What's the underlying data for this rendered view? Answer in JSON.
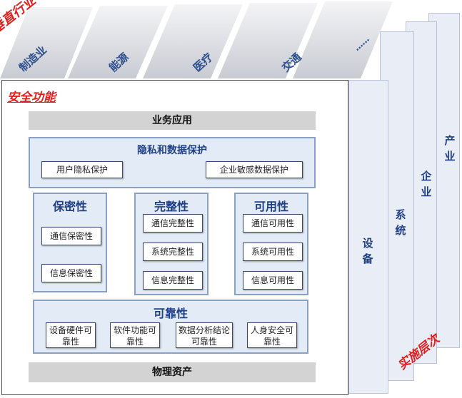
{
  "vertical_industry": {
    "title": "垂直行业",
    "items": [
      "制造业",
      "能源",
      "医疗",
      "交通",
      "……"
    ]
  },
  "implementation_levels": {
    "title": "实施层次",
    "levels": [
      "产业",
      "企业",
      "系统",
      "设备"
    ]
  },
  "security_function": {
    "title": "安全功能",
    "business_application": "业务应用",
    "physical_assets": "物理资产",
    "privacy": {
      "title": "隐私和数据保护",
      "items": [
        "用户隐私保护",
        "企业敏感数据保护"
      ]
    },
    "confidentiality": {
      "title": "保密性",
      "items": [
        "通信保密性",
        "信息保密性"
      ]
    },
    "integrity": {
      "title": "完整性",
      "items": [
        "通信完整性",
        "系统完整性",
        "信息完整性"
      ]
    },
    "availability": {
      "title": "可用性",
      "items": [
        "通信可用性",
        "系统可用性",
        "信息可用性"
      ]
    },
    "reliability": {
      "title": "可靠性",
      "items": [
        "设备硬件可靠性",
        "软件功能可靠性",
        "数据分析结论可靠性",
        "人身安全可靠性"
      ]
    }
  },
  "colors": {
    "accent_red": "#e02020",
    "text_blue": "#1f3f86",
    "section_fill": "#e2ebf6"
  }
}
